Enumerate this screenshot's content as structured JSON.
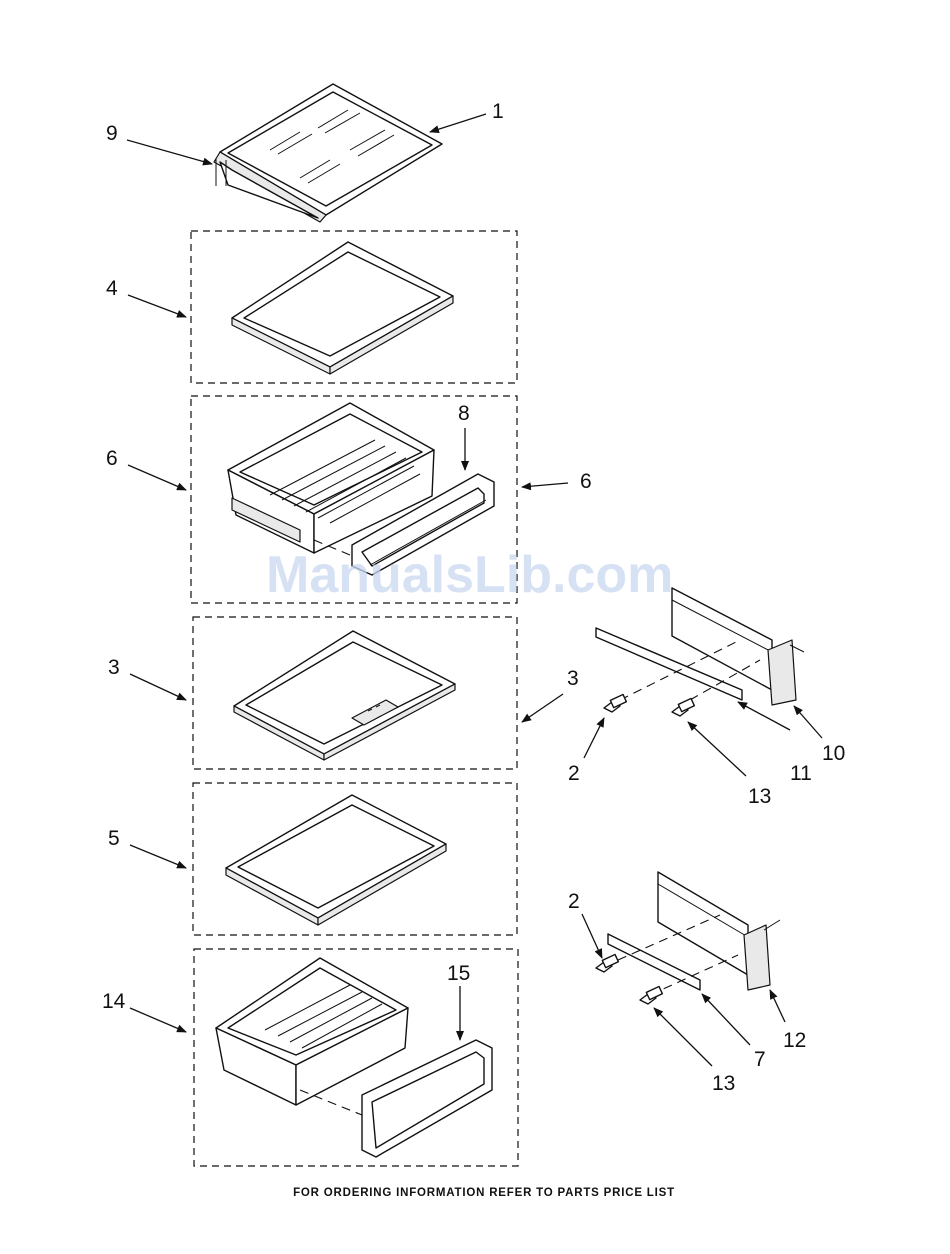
{
  "labels": {
    "l1": "1",
    "l9": "9",
    "l4": "4",
    "l6a": "6",
    "l8": "8",
    "l6b": "6",
    "l3a": "3",
    "l3b": "3",
    "l5": "5",
    "l14": "14",
    "l15": "15",
    "l2a": "2",
    "l13a": "13",
    "l11": "11",
    "l10": "10",
    "l2b": "2",
    "l13b": "13",
    "l7": "7",
    "l12": "12"
  },
  "footer": "FOR ORDERING INFORMATION REFER TO PARTS PRICE LIST",
  "watermark": "ManualsLib.com"
}
